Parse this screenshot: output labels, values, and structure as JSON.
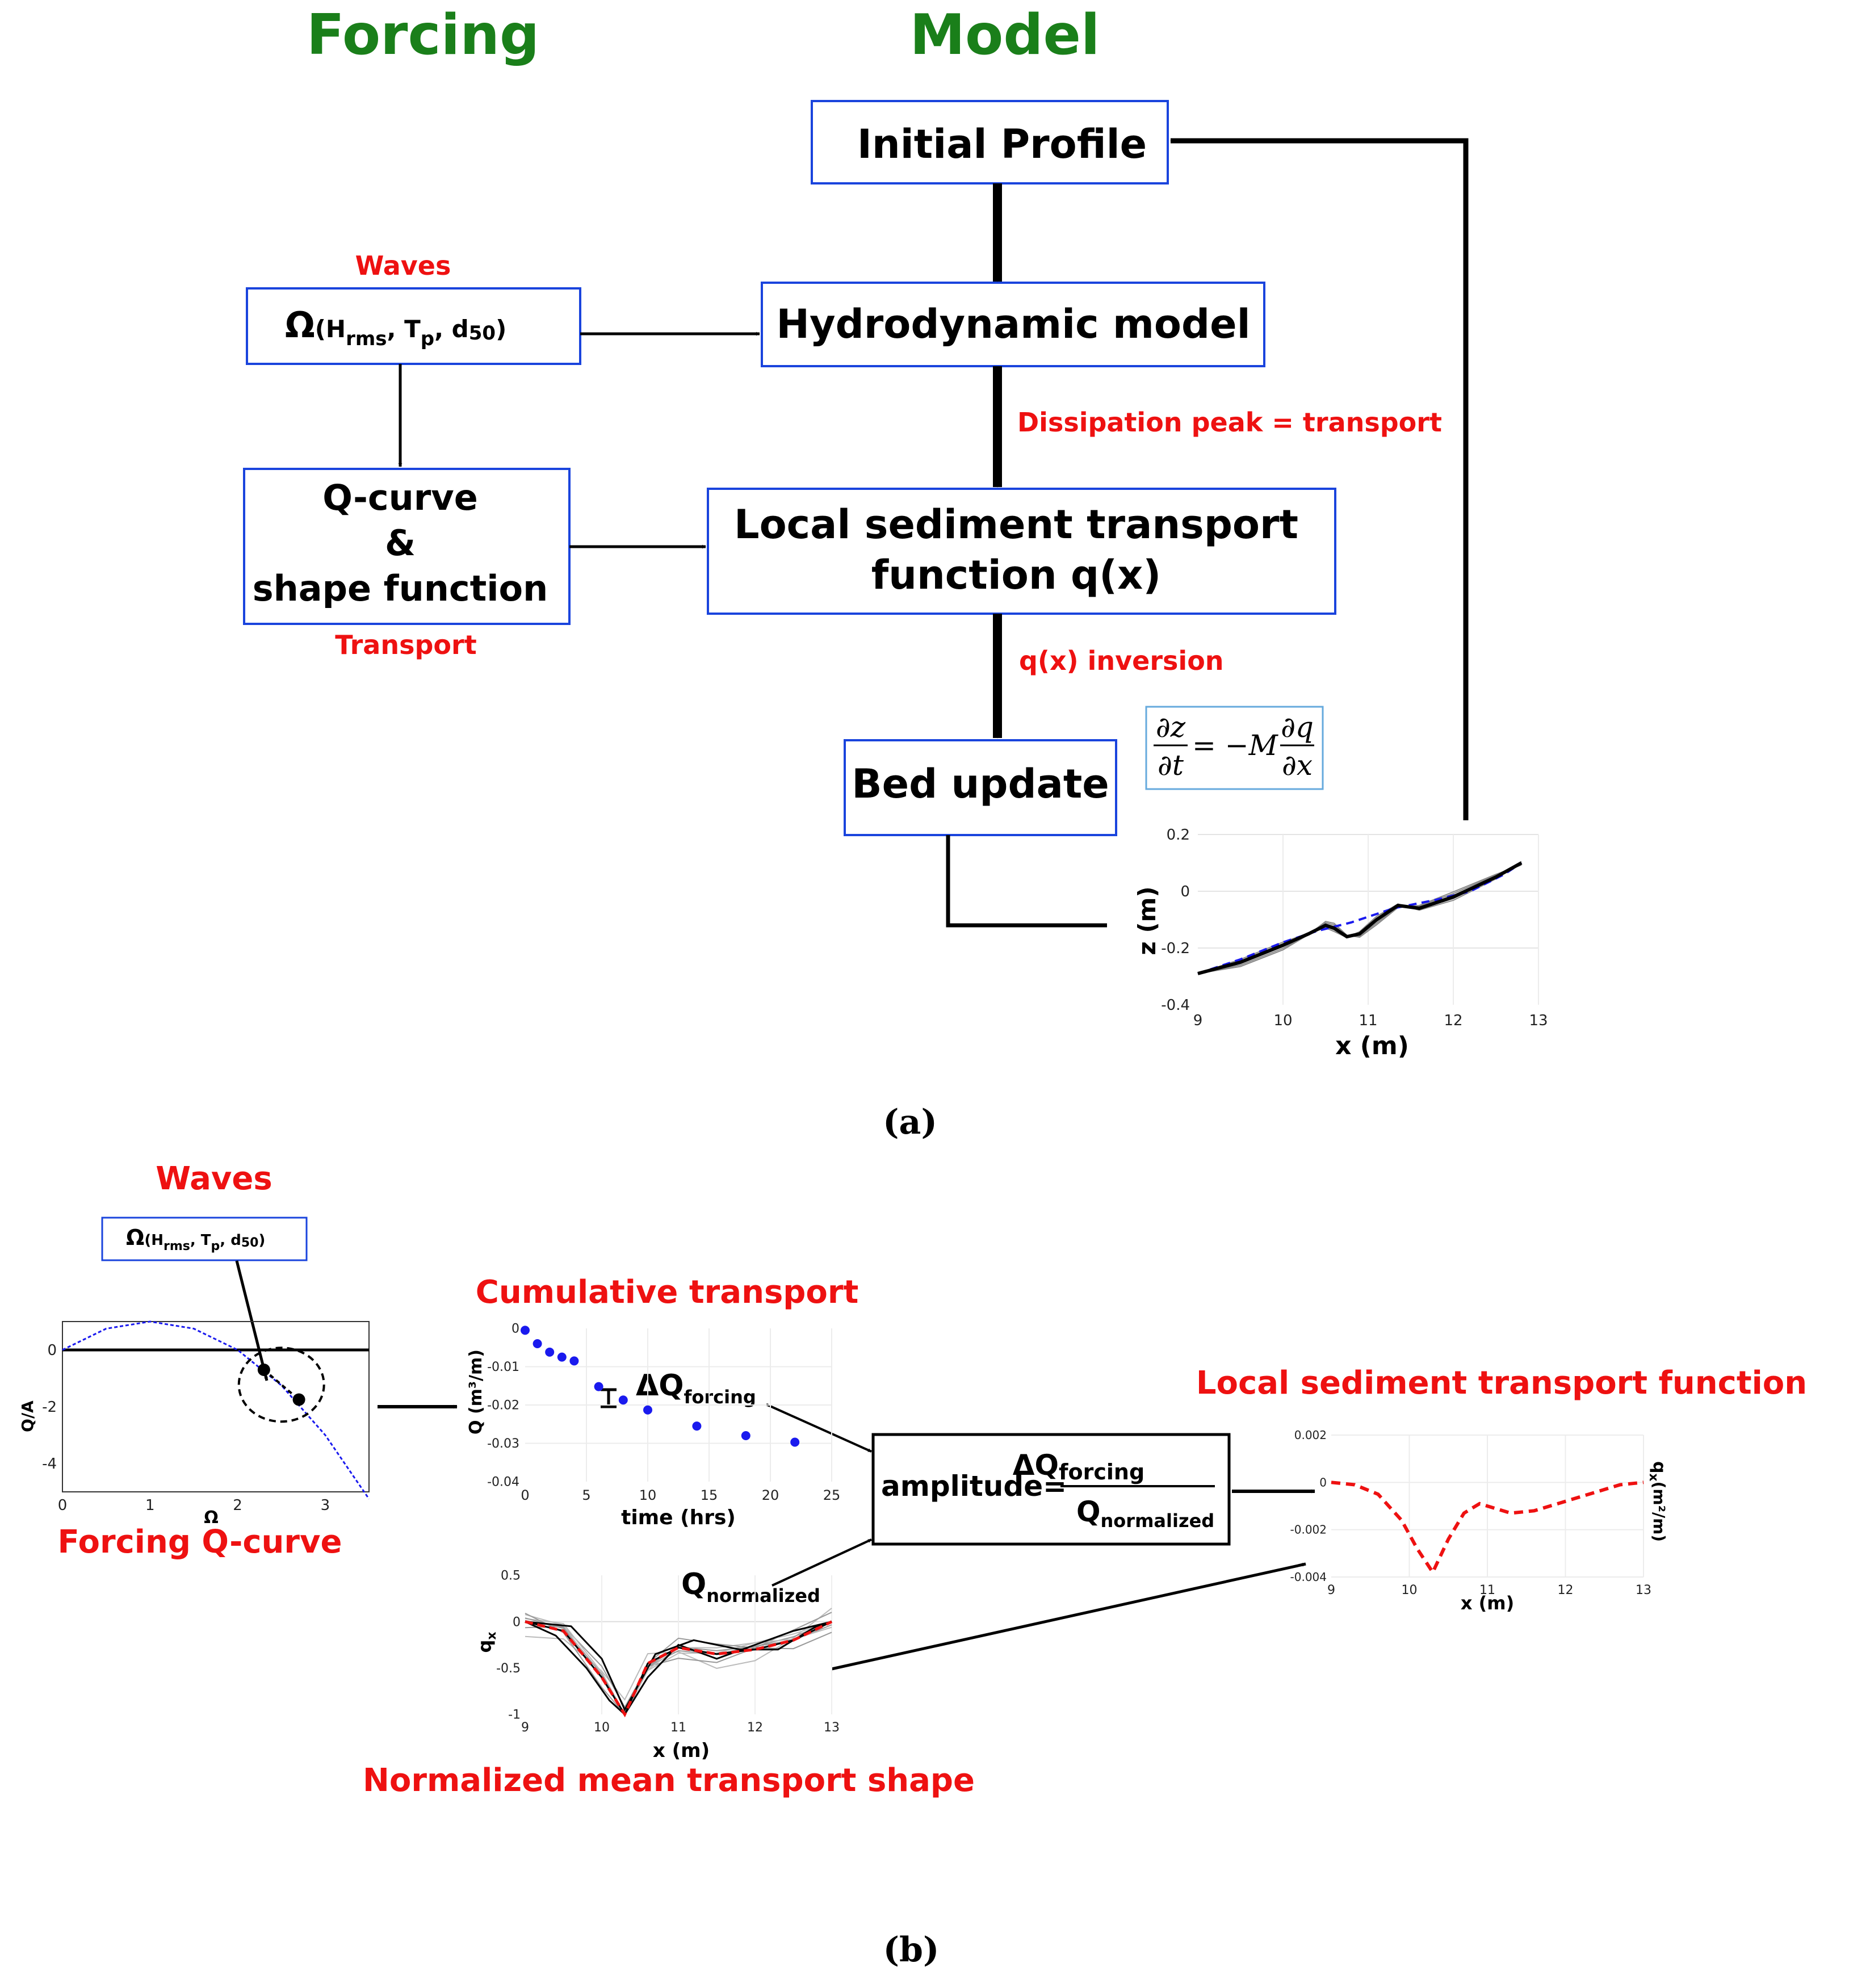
{
  "panel_a": {
    "col_forcing": "Forcing",
    "col_model": "Model",
    "box_initial_profile": "Initial Profile",
    "box_hydrodynamic": "Hydrodynamic model",
    "box_omega": {
      "symbol": "Ω",
      "params": "(H",
      "sub1": "rms",
      "sep1": ", T",
      "sub2": "p",
      "sep2": ", d",
      "sub3": "50",
      "close": ")"
    },
    "label_waves": "Waves",
    "box_qcurve": [
      "Q-curve",
      "&",
      "shape function"
    ],
    "label_transport": "Transport",
    "label_dissipation": "Dissipation peak = transport",
    "box_local": [
      "Local sediment transport",
      "function q(x)"
    ],
    "label_inversion": "q(x) inversion",
    "box_bed": "Bed update",
    "equation": {
      "lhs_num": "∂z",
      "lhs_den": "∂t",
      "mid": "= −M",
      "rhs_num": "∂q",
      "rhs_den": "∂x"
    },
    "profile_plot": {
      "ylabel": "z (m)",
      "xlabel": "x (m)",
      "xticks": [
        "9",
        "10",
        "11",
        "12",
        "13"
      ],
      "yticks": [
        "0.2",
        "0",
        "-0.2",
        "-0.4"
      ]
    },
    "caption": "(a)"
  },
  "panel_b": {
    "label_waves": "Waves",
    "box_omega": {
      "symbol": "Ω",
      "params": "(H",
      "sub1": "rms",
      "sep1": ", T",
      "sub2": "p",
      "sep2": ", d",
      "sub3": "50",
      "close": ")"
    },
    "qcurve_title": "Forcing Q-curve",
    "qcurve_plot": {
      "xlabel": "Ω",
      "ylabel": "Q/A",
      "xticks": [
        "0",
        "1",
        "2",
        "3"
      ],
      "yticks": [
        "0",
        "-2",
        "-4"
      ]
    },
    "cumulative_title": "Cumulative transport",
    "cumulative_plot": {
      "ylabel": "Q (m³/m)",
      "xlabel": "time (hrs)",
      "xticks": [
        "0",
        "5",
        "10",
        "15",
        "20",
        "25"
      ],
      "yticks": [
        "0",
        "-0.01",
        "-0.02",
        "-0.03",
        "-0.04"
      ]
    },
    "delta_q": {
      "main": "ΔQ",
      "sub": "forcing"
    },
    "amplitude": {
      "prefix": "amplitude=",
      "num_main": "ΔQ",
      "num_sub": "forcing",
      "den_main": "Q",
      "den_sub": "normalized"
    },
    "q_normalized": {
      "main": "Q",
      "sub": "normalized"
    },
    "shape_title": "Normalized mean transport shape",
    "shape_plot": {
      "ylabel": "q",
      "ylabel_sub": "x",
      "xlabel": "x (m)",
      "xticks": [
        "9",
        "10",
        "11",
        "12",
        "13"
      ],
      "yticks": [
        "0.5",
        "0",
        "-0.5",
        "-1"
      ]
    },
    "local_title": "Local sediment transport function",
    "local_plot": {
      "ylabel": "q",
      "ylabel_sub": "x",
      "ylabel_unit": "(m²/m)",
      "xlabel": "x (m)",
      "xticks": [
        "9",
        "10",
        "11",
        "12",
        "13"
      ],
      "yticks": [
        "0.002",
        "0",
        "-0.002",
        "-0.004"
      ]
    },
    "caption": "(b)"
  },
  "colors": {
    "green": "#1a7f1a",
    "red": "#ee1111",
    "box_blue": "#1a44dd",
    "series_blue": "#1a1aee"
  },
  "chart_data": [
    {
      "type": "line",
      "ylabel": "z (m)",
      "xlabel": "x (m)",
      "xlim": [
        9,
        13
      ],
      "ylim": [
        -0.4,
        0.2
      ],
      "series": [
        {
          "x": [
            9.0,
            9.5,
            10.0,
            10.3,
            10.5,
            10.6,
            10.75,
            10.9,
            11.1,
            11.35,
            11.6,
            12.0,
            12.5,
            12.8
          ],
          "y": [
            -0.29,
            -0.25,
            -0.19,
            -0.15,
            -0.12,
            -0.13,
            -0.16,
            -0.15,
            -0.1,
            -0.05,
            -0.06,
            -0.02,
            0.05,
            0.1
          ]
        },
        {
          "x": [
            9.0,
            9.5,
            10.0,
            10.4,
            10.8,
            11.3,
            11.8,
            12.2,
            12.6,
            12.8
          ],
          "y": [
            -0.29,
            -0.24,
            -0.18,
            -0.14,
            -0.11,
            -0.06,
            -0.03,
            0.0,
            0.06,
            0.1
          ]
        }
      ]
    },
    {
      "type": "line",
      "xlabel": "Ω",
      "ylabel": "Q/A",
      "xlim": [
        0,
        3.5
      ],
      "ylim": [
        -5,
        1
      ],
      "series": [
        {
          "x": [
            0,
            0.5,
            1.0,
            1.5,
            2.0,
            2.5,
            3.0,
            3.5
          ],
          "y": [
            0,
            0.75,
            1.0,
            0.75,
            0,
            -1.25,
            -3.0,
            -5.25
          ]
        },
        {
          "x": [
            2.3,
            2.7
          ],
          "y": [
            -0.7,
            -1.75
          ]
        }
      ]
    },
    {
      "type": "scatter",
      "ylabel": "Q (m³/m)",
      "xlabel": "time (hrs)",
      "xlim": [
        0,
        25
      ],
      "ylim": [
        -0.04,
        0
      ],
      "series": [
        {
          "x": [
            0,
            1,
            2,
            3,
            4,
            6,
            8,
            10,
            14,
            18,
            22
          ],
          "y": [
            -0.0005,
            -0.004,
            -0.0062,
            -0.0075,
            -0.0085,
            -0.0152,
            -0.0187,
            -0.0213,
            -0.0255,
            -0.028,
            -0.0297
          ]
        }
      ]
    },
    {
      "type": "line",
      "ylabel": "q",
      "xlabel": "x (m)",
      "xlim": [
        9,
        13
      ],
      "ylim": [
        -1,
        0.5
      ],
      "series": [
        {
          "x": [
            9.0,
            9.5,
            10.0,
            10.3,
            10.6,
            11.0,
            11.5,
            12.0,
            12.5,
            13.0
          ],
          "y": [
            0,
            -0.1,
            -0.6,
            -1.0,
            -0.45,
            -0.28,
            -0.35,
            -0.3,
            -0.2,
            0
          ]
        },
        {
          "x": [
            9.0,
            9.4,
            9.8,
            10.1,
            10.3,
            10.6,
            11.0,
            11.5,
            12.0,
            12.5,
            13.0
          ],
          "y": [
            0,
            -0.15,
            -0.5,
            -0.85,
            -1.0,
            -0.6,
            -0.25,
            -0.4,
            -0.25,
            -0.1,
            0
          ]
        },
        {
          "x": [
            9.0,
            9.6,
            10.0,
            10.3,
            10.7,
            11.2,
            11.8,
            12.3,
            12.8,
            13.0
          ],
          "y": [
            0,
            -0.05,
            -0.4,
            -0.95,
            -0.35,
            -0.2,
            -0.3,
            -0.3,
            -0.05,
            0
          ]
        }
      ]
    },
    {
      "type": "line",
      "ylabel": "qx (m²/m)",
      "xlabel": "x (m)",
      "xlim": [
        9,
        13
      ],
      "ylim": [
        -0.004,
        0.002
      ],
      "series": [
        {
          "x": [
            9.0,
            9.3,
            9.6,
            9.9,
            10.1,
            10.3,
            10.5,
            10.7,
            10.9,
            11.1,
            11.3,
            11.6,
            12.0,
            12.4,
            12.7,
            13.0
          ],
          "y": [
            0.0,
            -0.0001,
            -0.0005,
            -0.0016,
            -0.0028,
            -0.0038,
            -0.0024,
            -0.0013,
            -0.0009,
            -0.0011,
            -0.0013,
            -0.0012,
            -0.0008,
            -0.0004,
            -0.0001,
            0.0
          ]
        }
      ]
    }
  ]
}
